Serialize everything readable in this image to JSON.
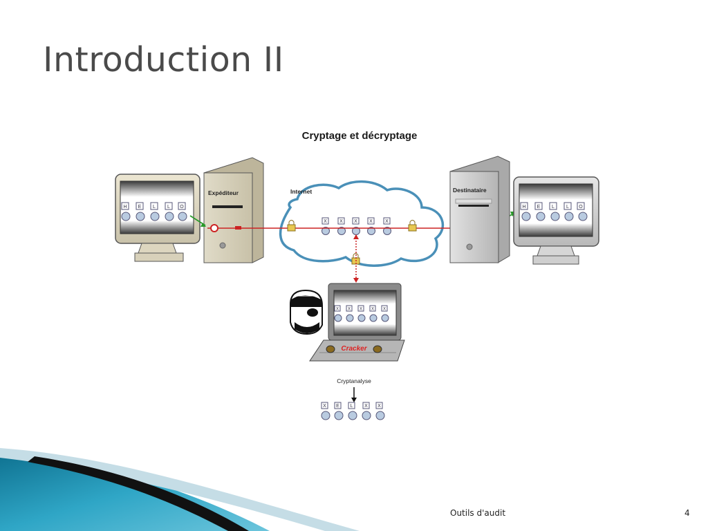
{
  "slide": {
    "title": "Introduction II",
    "footer": "Outils d'audit",
    "page_number": "4"
  },
  "diagram": {
    "title": "Cryptage et décryptage",
    "sender_label": "Expéditeur",
    "receiver_label": "Destinataire",
    "network_label": "Internet",
    "attacker_label": "Cracker",
    "analysis_label": "Cryptanalyse",
    "plain_letters": [
      "H",
      "E",
      "L",
      "L",
      "O"
    ],
    "cipher_letters": [
      "X",
      "X",
      "X",
      "X",
      "X"
    ],
    "recovered_letters": [
      "X",
      "E",
      "L",
      "X",
      "X"
    ]
  },
  "colors": {
    "title": "#4a4a4a",
    "accent_teal": "#1f8fb0",
    "encrypted_line": "#cc2222",
    "key_line": "#2a9a2a",
    "lock": "#e8c850"
  }
}
